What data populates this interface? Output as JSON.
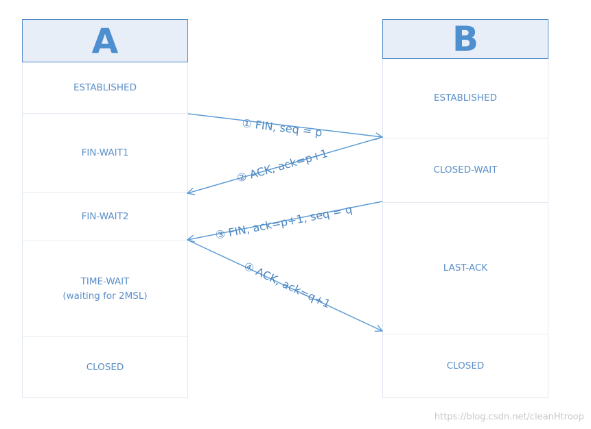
{
  "hosts": {
    "a": {
      "name": "A",
      "states": [
        "ESTABLISHED",
        "FIN-WAIT1",
        "FIN-WAIT2",
        "TIME-WAIT",
        "CLOSED"
      ],
      "time_wait_note": "(waiting for 2MSL)"
    },
    "b": {
      "name": "B",
      "states": [
        "ESTABLISHED",
        "CLOSED-WAIT",
        "LAST-ACK",
        "CLOSED"
      ]
    }
  },
  "messages": [
    {
      "num": "①",
      "label": "FIN, seq = p",
      "direction": "A→B"
    },
    {
      "num": "②",
      "label": "ACK, ack=p+1",
      "direction": "B→A"
    },
    {
      "num": "③",
      "label": "FIN, ack=p+1, seq = q",
      "direction": "B→A"
    },
    {
      "num": "④",
      "label": "ACK, ack=q+1",
      "direction": "A→B"
    }
  ],
  "colors": {
    "accent": "#4d8fcf",
    "state_text": "#5a8fc8",
    "arrow": "#5b9bd5",
    "header_bg": "#e8eef8"
  },
  "watermark": "https://blog.csdn.net/cleanHtroop"
}
